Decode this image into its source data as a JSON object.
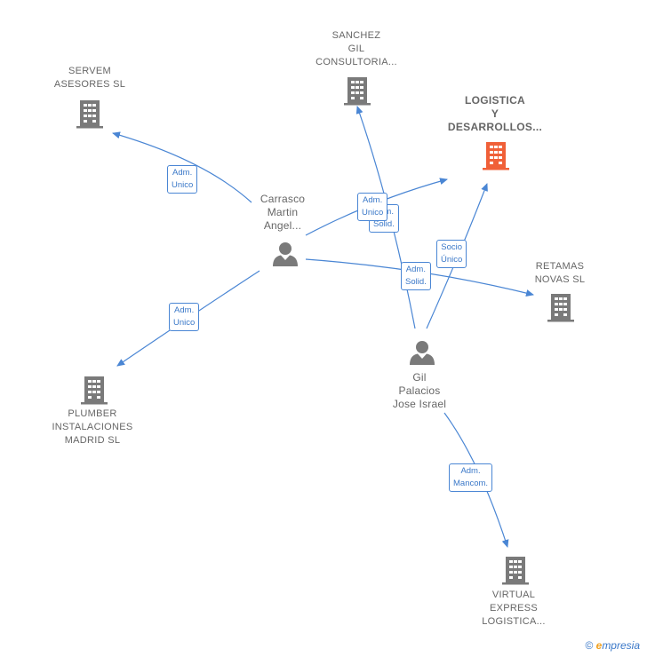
{
  "nodes": {
    "servem": {
      "type": "company",
      "label": "SERVEM\nASESORES  SL",
      "color": "#7a7a7a"
    },
    "sanchez": {
      "type": "company",
      "label": "SANCHEZ\nGIL\nCONSULTORIA...",
      "color": "#7a7a7a"
    },
    "logistica": {
      "type": "company",
      "label": "LOGISTICA\nY\nDESARROLLOS...",
      "color": "#f06038"
    },
    "retamas": {
      "type": "company",
      "label": "RETAMAS\nNOVAS  SL",
      "color": "#7a7a7a"
    },
    "plumber": {
      "type": "company",
      "label": "PLUMBER\nINSTALACIONES\nMADRID  SL",
      "color": "#7a7a7a"
    },
    "virtual": {
      "type": "company",
      "label": "VIRTUAL\nEXPRESS\nLOGISTICA...",
      "color": "#7a7a7a"
    },
    "carrasco": {
      "type": "person",
      "label": "Carrasco\nMartin\nAngel...",
      "color": "#7a7a7a"
    },
    "gil": {
      "type": "person",
      "label": "Gil\nPalacios\nJose Israel",
      "color": "#7a7a7a"
    }
  },
  "edge_labels": {
    "carrasco_servem": "Adm.\nUnico",
    "carrasco_plumber": "Adm.\nUnico",
    "carrasco_logistica_solid": "Adm.\nSolid.",
    "carrasco_logistica_unico": "Adm.\nUnico",
    "carrasco_retamas": "Adm.\nSolid.",
    "gil_logistica": "Socio\nÚnico",
    "gil_virtual": "Adm.\nMancom."
  },
  "footer": {
    "copyright": "©",
    "brand_e": "e",
    "brand_rest": "mpresia"
  },
  "colors": {
    "edge": "#4a86d4",
    "icon": "#7a7a7a",
    "focus": "#f06038"
  }
}
